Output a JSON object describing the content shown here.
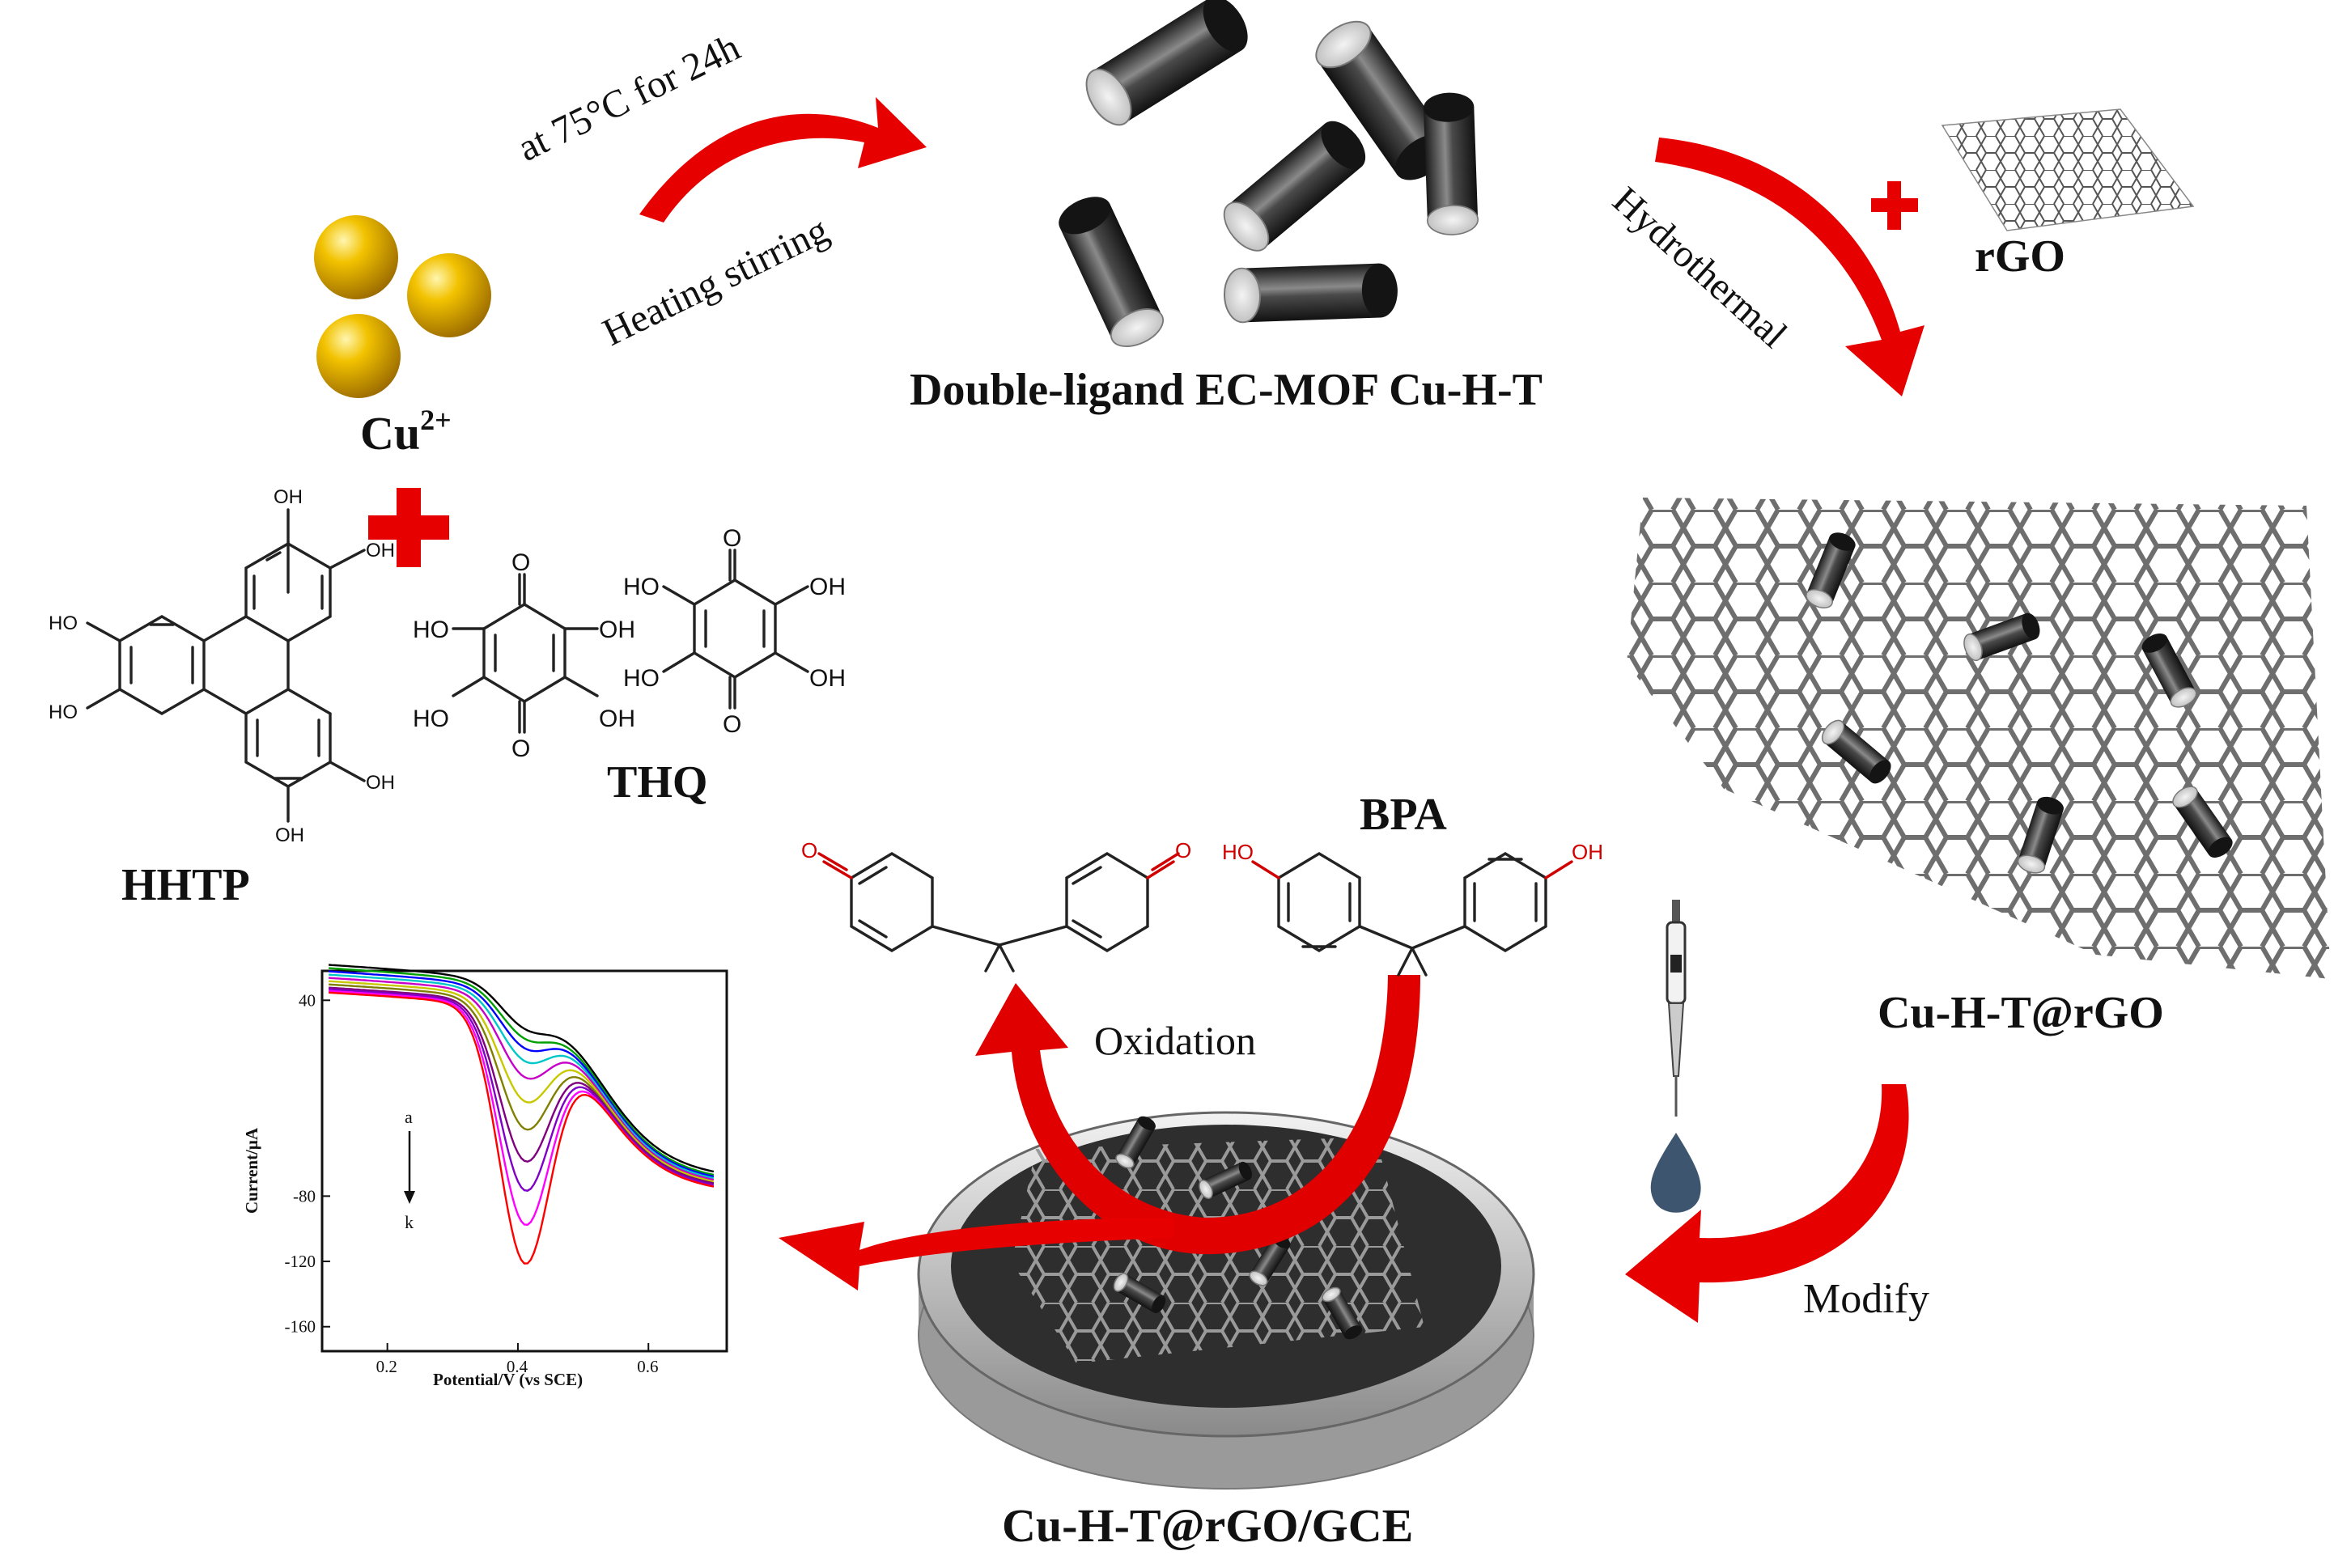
{
  "labels": {
    "cu_ion": "Cu",
    "cu_ion_sup": "2+",
    "condition_top": "at 75°C for 24h",
    "condition_bottom": "Heating stirring",
    "mof": "Double-ligand EC-MOF Cu-H-T",
    "hydrothermal": "Hydrothermal",
    "rgo": "rGO",
    "hhtp": "HHTP",
    "thq": "THQ",
    "bpa": "BPA",
    "composite": "Cu-H-T@rGO",
    "modify": "Modify",
    "oxidation": "Oxidation",
    "electrode": "Cu-H-T@rGO/GCE",
    "oh": "OH",
    "ho": "HO",
    "o": "O"
  },
  "colors": {
    "arrow_red": "#e60000",
    "gold_sphere": "#e0a800",
    "cylinder_dark": "#2b2b2b",
    "electrode_face": "#2e2e2e",
    "oxidized_label": "#d00000"
  },
  "chart_data": {
    "type": "line",
    "title": "",
    "xlabel": "Potential/V (vs SCE)",
    "ylabel": "Current/μA",
    "xlim": [
      0.1,
      0.72
    ],
    "ylim": [
      -175,
      58
    ],
    "xticks": [
      0.2,
      0.4,
      0.6
    ],
    "yticks": [
      40,
      -80,
      -120,
      -160
    ],
    "xtick_labels": [
      "0.2",
      "0.4",
      "0.6"
    ],
    "ytick_labels": [
      "40",
      "-80",
      "-120",
      "-160"
    ],
    "annotation_start": "a",
    "annotation_end": "k",
    "peak_x": 0.41,
    "base_start": [
      62,
      60,
      58,
      56,
      54,
      52,
      50,
      48,
      47,
      46,
      45
    ],
    "base_end": [
      -68,
      -70,
      -71,
      -72,
      -73,
      -74,
      -75,
      -75,
      -76,
      -77,
      -77
    ],
    "peak_depth": [
      20,
      24,
      28,
      34,
      42,
      55,
      70,
      88,
      105,
      125,
      148
    ],
    "series_colors": [
      "#000000",
      "#00a000",
      "#0000ff",
      "#00c8c8",
      "#c800c8",
      "#c8c800",
      "#808000",
      "#800080",
      "#8000c8",
      "#ff00ff",
      "#ff0000"
    ]
  }
}
